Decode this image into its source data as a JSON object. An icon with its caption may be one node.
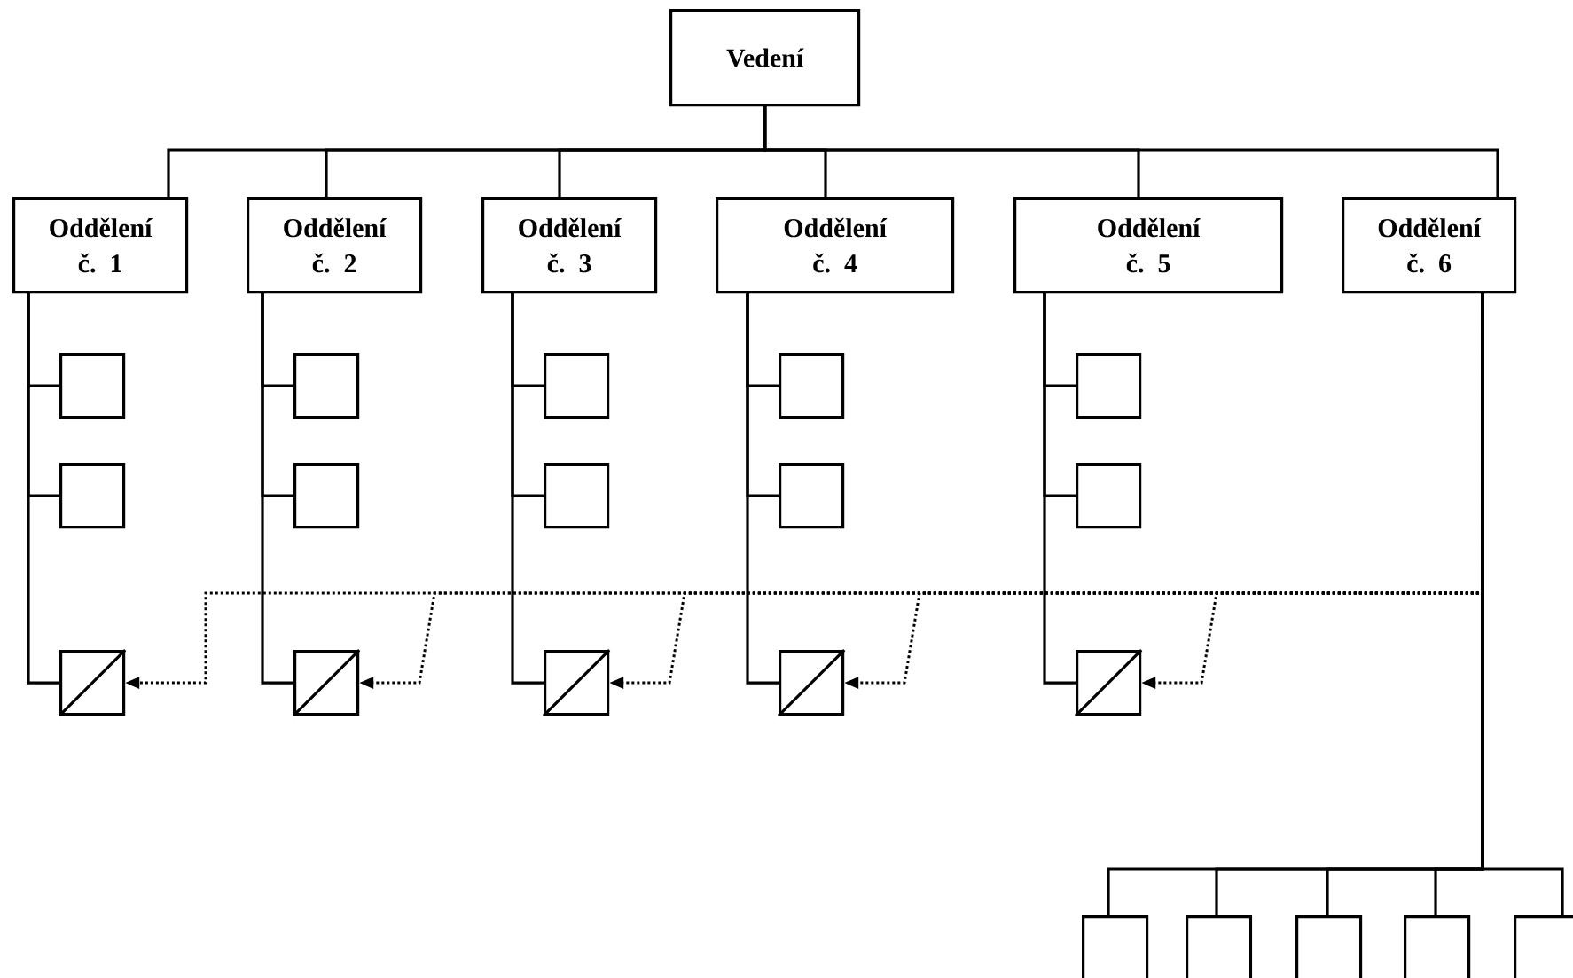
{
  "diagram": {
    "nodes": [
      {
        "text": [
          "Vedení"
        ]
      },
      {
        "text": [
          "Oddělení č. 1"
        ]
      },
      {
        "text": [
          "Oddělení č. 2"
        ]
      },
      {
        "text": [
          "Oddělení č. 3"
        ]
      },
      {
        "text": [
          "Oddělení č. 4"
        ]
      },
      {
        "text": [
          "Oddělení č. 5"
        ]
      },
      {
        "text": [
          "Oddělení č. 6"
        ]
      },
      {
        "text": [],
        "shape": "box"
      },
      {
        "text": [],
        "shape": "box"
      },
      {
        "text": [],
        "shape": "slashed-box"
      },
      {
        "text": [],
        "shape": "box"
      },
      {
        "text": [],
        "shape": "box"
      },
      {
        "text": [],
        "shape": "slashed-box"
      },
      {
        "text": [],
        "shape": "box"
      },
      {
        "text": [],
        "shape": "box"
      },
      {
        "text": [],
        "shape": "slashed-box"
      },
      {
        "text": [],
        "shape": "box"
      },
      {
        "text": [],
        "shape": "box"
      },
      {
        "text": [],
        "shape": "slashed-box"
      },
      {
        "text": [],
        "shape": "box"
      },
      {
        "text": [],
        "shape": "box"
      },
      {
        "text": [],
        "shape": "slashed-box"
      },
      {
        "text": [],
        "shape": "box"
      },
      {
        "text": [],
        "shape": "box"
      },
      {
        "text": [],
        "shape": "box"
      },
      {
        "text": [],
        "shape": "box"
      },
      {
        "text": [],
        "shape": "box"
      }
    ],
    "edges": [
      {
        "from": 0,
        "to": 1,
        "arrow": "none"
      },
      {
        "from": 0,
        "to": 2,
        "arrow": "none"
      },
      {
        "from": 0,
        "to": 3,
        "arrow": "none"
      },
      {
        "from": 0,
        "to": 4,
        "arrow": "none"
      },
      {
        "from": 0,
        "to": 5,
        "arrow": "none"
      },
      {
        "from": 0,
        "to": 6,
        "arrow": "none"
      },
      {
        "from": 1,
        "to": 7,
        "arrow": "none"
      },
      {
        "from": 1,
        "to": 8,
        "arrow": "none"
      },
      {
        "from": 1,
        "to": 9,
        "arrow": "none"
      },
      {
        "from": 2,
        "to": 10,
        "arrow": "none"
      },
      {
        "from": 2,
        "to": 11,
        "arrow": "none"
      },
      {
        "from": 2,
        "to": 12,
        "arrow": "none"
      },
      {
        "from": 3,
        "to": 13,
        "arrow": "none"
      },
      {
        "from": 3,
        "to": 14,
        "arrow": "none"
      },
      {
        "from": 3,
        "to": 15,
        "arrow": "none"
      },
      {
        "from": 4,
        "to": 16,
        "arrow": "none"
      },
      {
        "from": 4,
        "to": 17,
        "arrow": "none"
      },
      {
        "from": 4,
        "to": 18,
        "arrow": "none"
      },
      {
        "from": 5,
        "to": 19,
        "arrow": "none"
      },
      {
        "from": 5,
        "to": 20,
        "arrow": "none"
      },
      {
        "from": 5,
        "to": 21,
        "arrow": "none"
      },
      {
        "from": 6,
        "to": 22,
        "arrow": "none"
      },
      {
        "from": 6,
        "to": 23,
        "arrow": "none"
      },
      {
        "from": 6,
        "to": 24,
        "arrow": "none"
      },
      {
        "from": 6,
        "to": 25,
        "arrow": "none"
      },
      {
        "from": 6,
        "to": 26,
        "arrow": "none"
      },
      {
        "from": 6,
        "to": 9,
        "arrow": "to",
        "style": "dashed"
      },
      {
        "from": 6,
        "to": 12,
        "arrow": "to",
        "style": "dashed"
      },
      {
        "from": 6,
        "to": 15,
        "arrow": "to",
        "style": "dashed"
      },
      {
        "from": 6,
        "to": 18,
        "arrow": "to",
        "style": "dashed"
      },
      {
        "from": 6,
        "to": 21,
        "arrow": "to",
        "style": "dashed"
      }
    ]
  }
}
